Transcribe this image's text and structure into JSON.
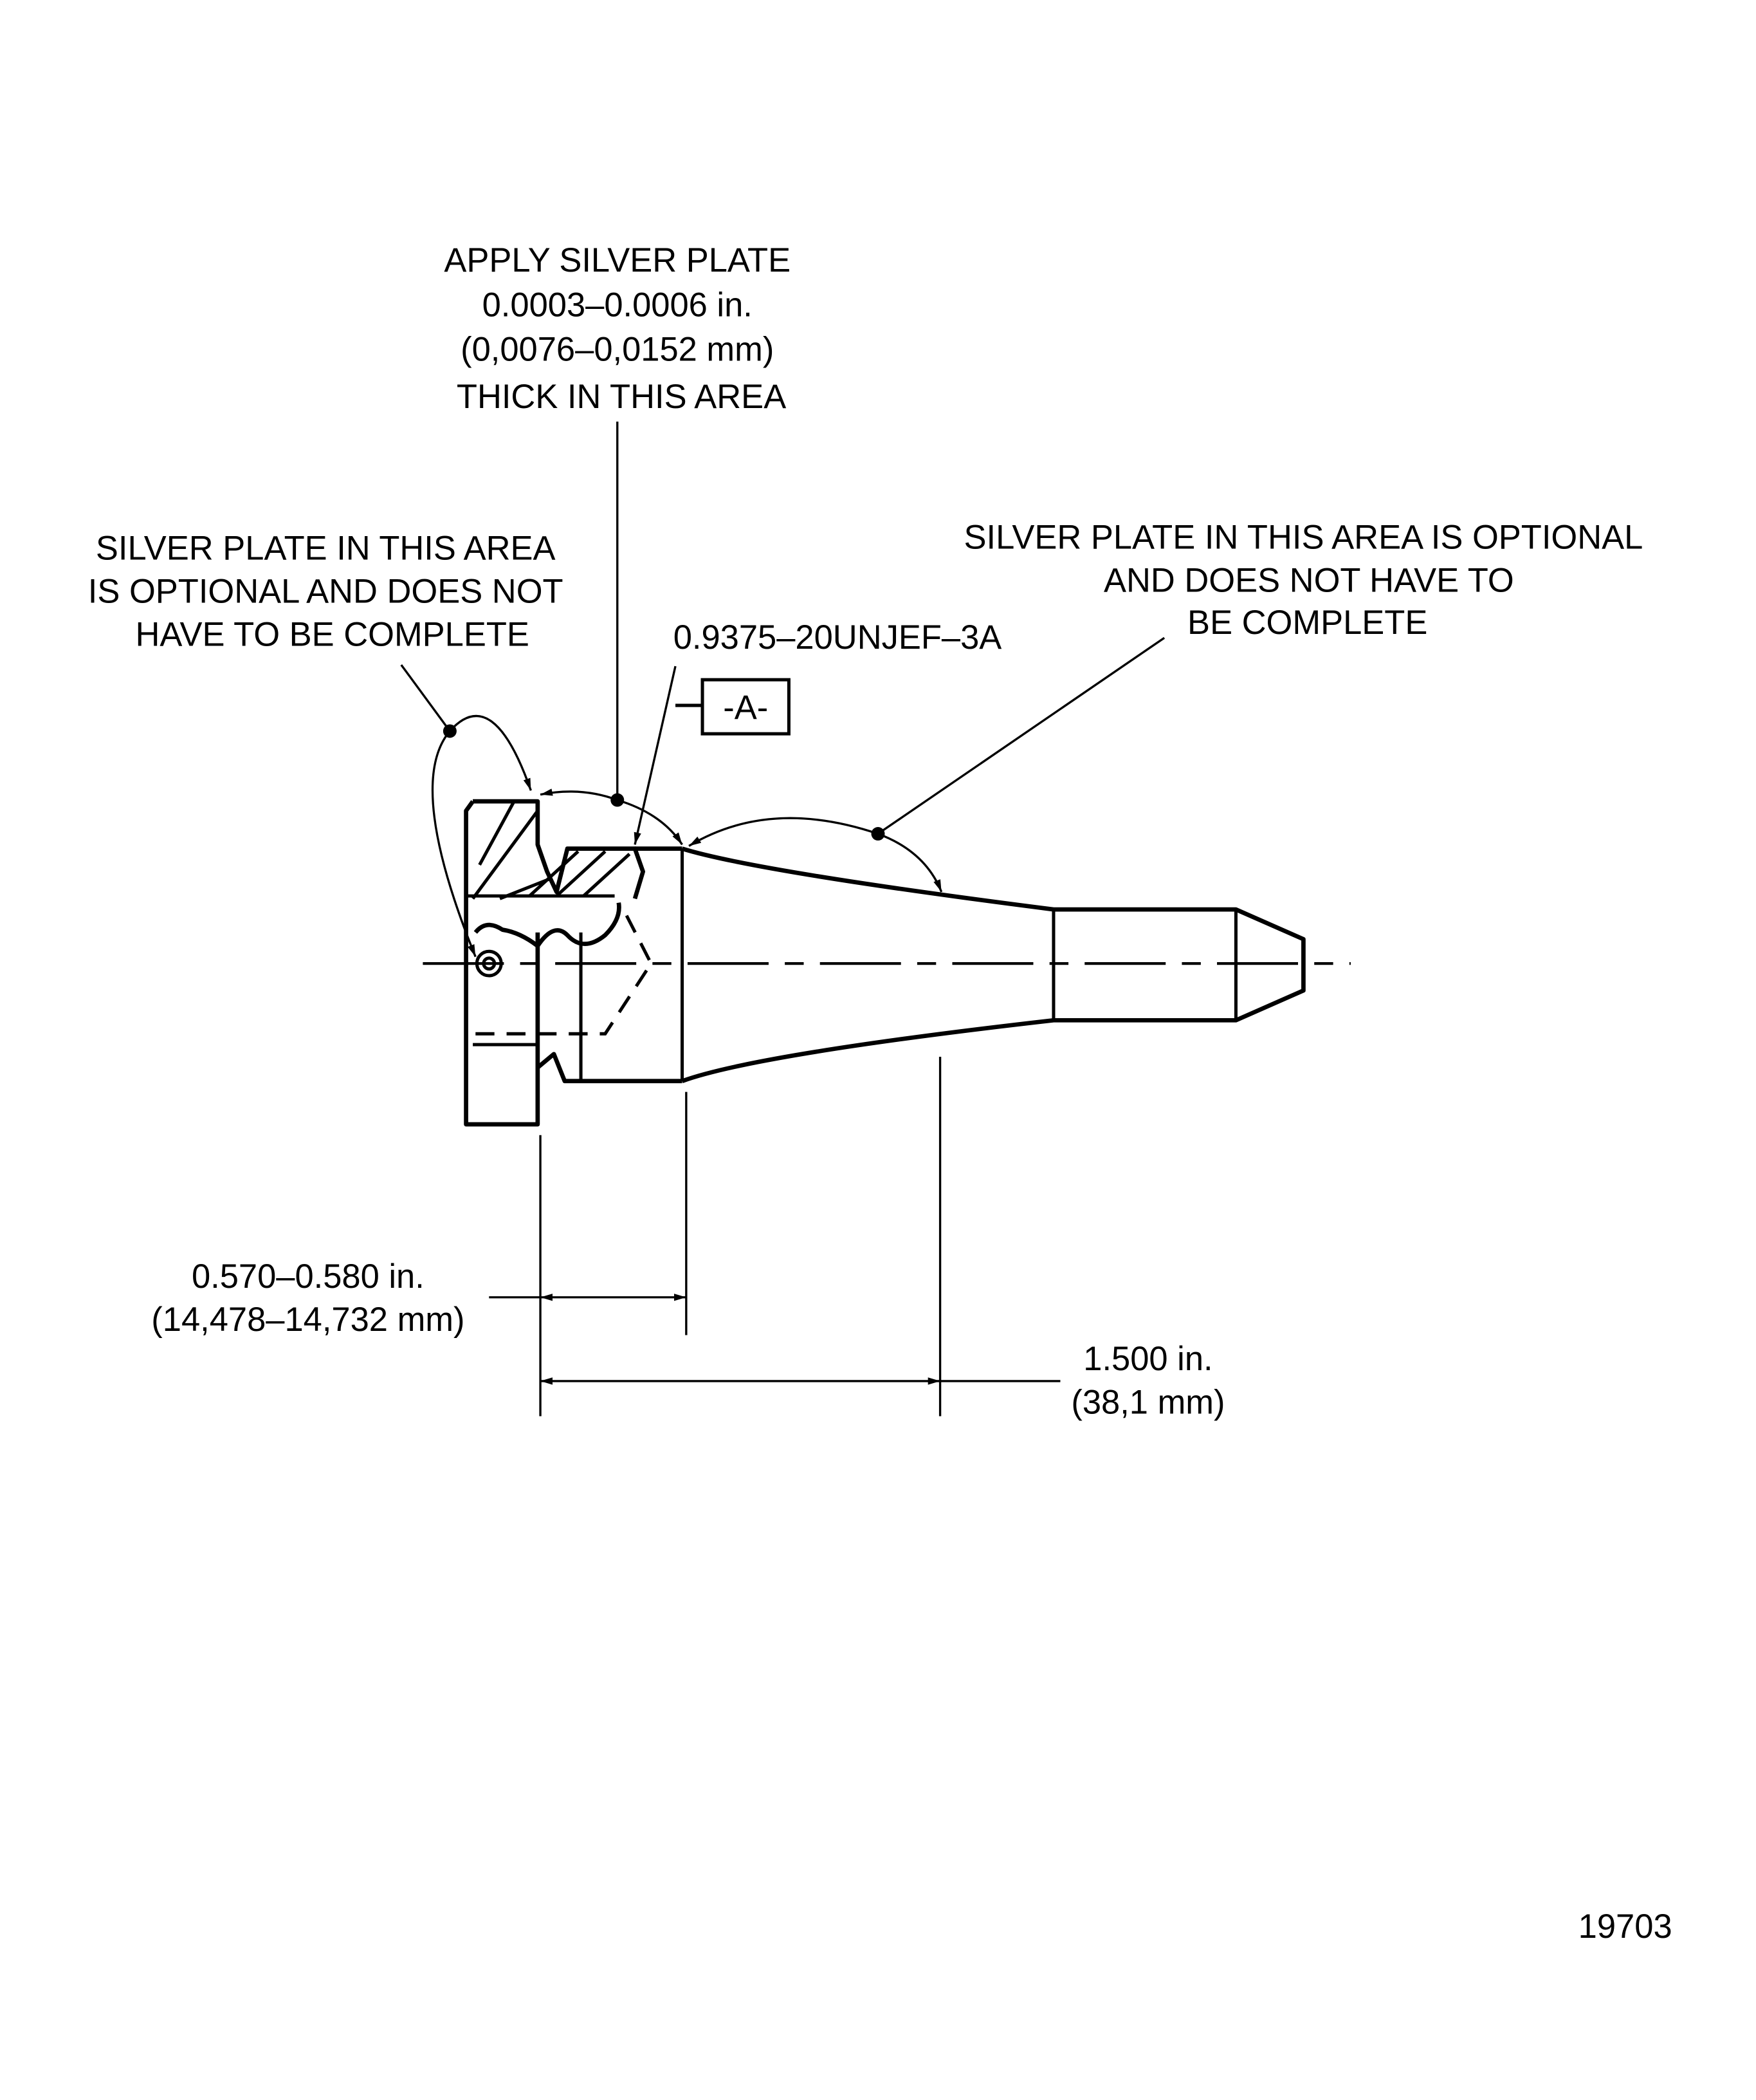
{
  "notes": {
    "top": [
      "APPLY SILVER PLATE",
      "0.0003–0.0006 in.",
      "(0,0076–0,0152 mm)",
      "THICK IN THIS AREA"
    ],
    "left": [
      "SILVER PLATE IN THIS AREA",
      "IS OPTIONAL  AND DOES NOT",
      "HAVE TO BE COMPLETE"
    ],
    "right": [
      "SILVER PLATE IN THIS AREA IS OPTIONAL",
      "AND DOES NOT HAVE TO",
      "BE COMPLETE"
    ],
    "thread": "0.9375–20UNJEF–3A",
    "datum": "-A-"
  },
  "dimensions": {
    "short": [
      "0.570–0.580  in.",
      "(14,478–14,732 mm)"
    ],
    "long": [
      "1.500  in.",
      "(38,1 mm)"
    ]
  },
  "figure_number": "19703"
}
